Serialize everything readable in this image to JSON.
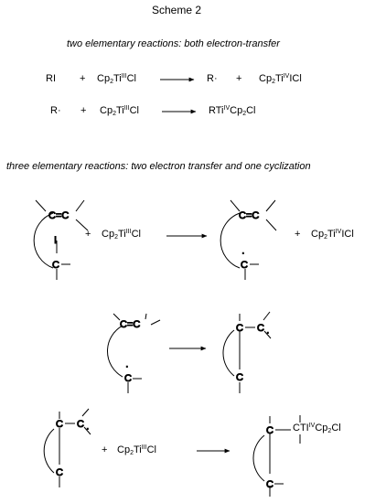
{
  "title": "Scheme 2",
  "section1_heading": "two elementary reactions:  both electron-transfer",
  "section2_heading": "three elementary reactions:  two electron transfer and one cyclization",
  "r1": {
    "left": "RI",
    "plus1": "+",
    "reagent": {
      "a": "Cp",
      "sub": "2",
      "b": "Ti",
      "sup": "III",
      "c": "Cl"
    },
    "right": "R·",
    "plus2": "+",
    "product": {
      "a": "Cp",
      "sub": "2",
      "b": "Ti",
      "sup": "IV",
      "c": "ICl"
    }
  },
  "r2": {
    "left": "R·",
    "plus1": "+",
    "reagent": {
      "a": "Cp",
      "sub": "2",
      "b": "Ti",
      "sup": "III",
      "c": "Cl"
    },
    "product": {
      "a": "RTi",
      "sup": "IV",
      "b": "Cp",
      "sub": "2",
      "c": "Cl"
    }
  },
  "r3": {
    "plus1": "+",
    "reagent": {
      "a": "Cp",
      "sub": "2",
      "b": "Ti",
      "sup": "III",
      "c": "Cl"
    },
    "plus2": "+",
    "product": {
      "a": "Cp",
      "sub": "2",
      "b": "Ti",
      "sup": "IV",
      "c": "ICl"
    }
  },
  "r5": {
    "plus1": "+",
    "reagent": {
      "a": "Cp",
      "sub": "2",
      "b": "Ti",
      "sup": "III",
      "c": "Cl"
    },
    "product": {
      "a": "CTI",
      "sup": "IV",
      "b": "Cp",
      "sub": "2",
      "c": "Cl"
    }
  },
  "atoms": {
    "c": "C",
    "alkene": "C=C",
    "iodine": "I",
    "radical_dot": "·"
  }
}
